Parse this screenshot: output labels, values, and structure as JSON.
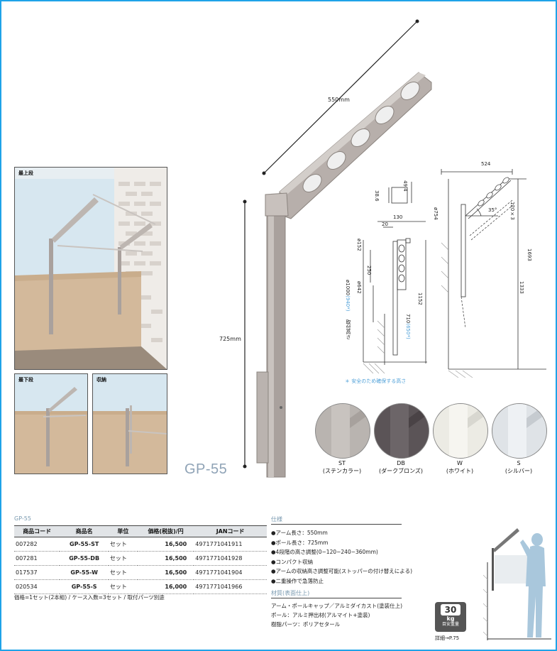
{
  "product_title": "GP-55",
  "dims": {
    "arm_length": "550mm",
    "pole_length": "725mm"
  },
  "scenes": {
    "top": "最上段",
    "bottom": "最下段",
    "stowed": "収納"
  },
  "drawing": {
    "d1": "49.4",
    "d2": "38.6",
    "d3": "130",
    "d4": "20",
    "d5": "ø152",
    "d6": "250",
    "d7": "ø642",
    "d8": "ø1000",
    "d8b": "(940*)",
    "d9": "取付高さ",
    "d10": "1152",
    "d11": "710",
    "d11b": "(650*)",
    "d12": "524",
    "d13": "ø754",
    "d14": "35°",
    "d15": "120×3",
    "d16": "1693",
    "d17": "1333",
    "note": "＊ 安全のため確保する高さ"
  },
  "swatches": [
    {
      "code": "ST",
      "name": "(ステンカラー)",
      "color": "#b9b4b0"
    },
    {
      "code": "DB",
      "name": "(ダークブロンズ)",
      "color": "#5b5457"
    },
    {
      "code": "W",
      "name": "(ホワイト)",
      "color": "#ecebe4"
    },
    {
      "code": "S",
      "name": "(シルバー)",
      "color": "#dfe3e7"
    }
  ],
  "table": {
    "caption": "GP-55",
    "headers": [
      "商品コード",
      "商品名",
      "単位",
      "価格(税抜)/円",
      "JANコード"
    ],
    "rows": [
      [
        "007282",
        "GP-55-ST",
        "セット",
        "16,500",
        "4971771041911"
      ],
      [
        "007281",
        "GP-55-DB",
        "セット",
        "16,500",
        "4971771041928"
      ],
      [
        "017537",
        "GP-55-W",
        "セット",
        "16,500",
        "4971771041904"
      ],
      [
        "020534",
        "GP-55-S",
        "セット",
        "16,000",
        "4971771041966"
      ]
    ],
    "footnote": "価格=1セット(2本組) / ケース入数=3セット / 取付パーツ別途"
  },
  "spec": {
    "heading": "仕様",
    "lines": [
      "●アーム長さ：550mm",
      "●ポール長さ：725mm",
      "●4段階の高さ調整(0−120−240−360mm)",
      "●コンパクト収納",
      "●アームの収納高さ調整可能(ストッパーの付け替えによる)",
      "●二重操作で急落防止"
    ],
    "material_heading": "材質(表面仕上)",
    "materials": [
      "アーム・ポールキャップ／アルミダイカスト(塗装仕上)",
      "ポール：アルミ押出材(アルマイト+塗装)",
      "樹脂パーツ：ポリアセタール"
    ]
  },
  "badge": {
    "weight": "30",
    "unit": "kg",
    "label": "目安重量"
  },
  "detail_ref": "詳細→P.75",
  "colors": {
    "border": "#1fa3e8",
    "pole": "#a9a19d",
    "table_header": "#e1e4e7"
  }
}
